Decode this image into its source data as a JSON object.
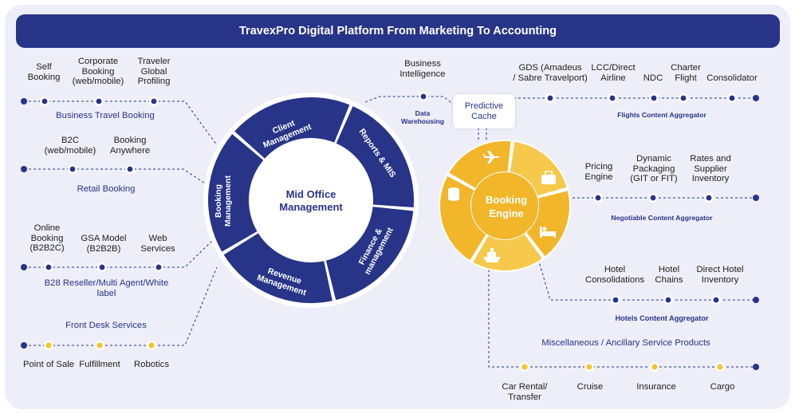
{
  "title": "TravexPro Digital Platform From Marketing To Accounting",
  "colors": {
    "navy": "#283487",
    "gold": "#f2b62b",
    "gold_light": "#f6c94c",
    "panel": "#edeef8"
  },
  "mid_office": {
    "center": "Mid Office\nManagement",
    "segments": [
      "Client\nManagement",
      "Reports & MIS",
      "Finance &\nmanagement",
      "Revenue\nManagement",
      "Booking\nManagement"
    ]
  },
  "booking_engine": {
    "center": "Booking\nEngine"
  },
  "predictive_cache": "Predictive\nCache",
  "business_intelligence": "Business\nIntelligence",
  "data_warehousing": "Data\nWarehousing",
  "left_groups": [
    {
      "name": "Business Travel Booking",
      "items": [
        "Self\nBooking",
        "Corporate\nBooking\n(web/mobile)",
        "Traveler\nGlobal\nProfiling"
      ]
    },
    {
      "name": "Retail Booking",
      "items": [
        "B2C\n(web/mobile)",
        "Booking\nAnywhere"
      ]
    },
    {
      "name": "B28 Reseller/Multi Agent/White\nlabel",
      "items": [
        "Online\nBooking\n(B2B2C)",
        "GSA Model\n(B2B2B)",
        "Web\nServices"
      ]
    },
    {
      "name": "Front Desk Services",
      "items": [
        "Point of Sale",
        "Fulfillment",
        "Robotics"
      ]
    }
  ],
  "right_groups": [
    {
      "name": "Flights Content Aggregator",
      "items": [
        "GDS (Amadeus\n/ Sabre Travelport)",
        "LCC/Direct\nAirline",
        "NDC",
        "Charter\nFlight",
        "Consolidator"
      ]
    },
    {
      "name": "Negotiable Content Aggregator",
      "items": [
        "Pricing\nEngine",
        "Dynamic\nPackaging\n(GIT or FIT)",
        "Rates and\nSupplier\nInventory"
      ]
    },
    {
      "name": "Hotels Content Aggregator",
      "items": [
        "Hotel\nConsolidations",
        "Hotel\nChains",
        "Direct Hotel\nInventory"
      ]
    },
    {
      "name": "Miscellaneous / Ancillary Service Products",
      "items": [
        "Car Rental/\nTransfer",
        "Cruise",
        "Insurance",
        "Cargo"
      ]
    }
  ],
  "icons": [
    "plane-icon",
    "suitcase-icon",
    "bed-icon",
    "ship-icon",
    "coins-icon"
  ]
}
